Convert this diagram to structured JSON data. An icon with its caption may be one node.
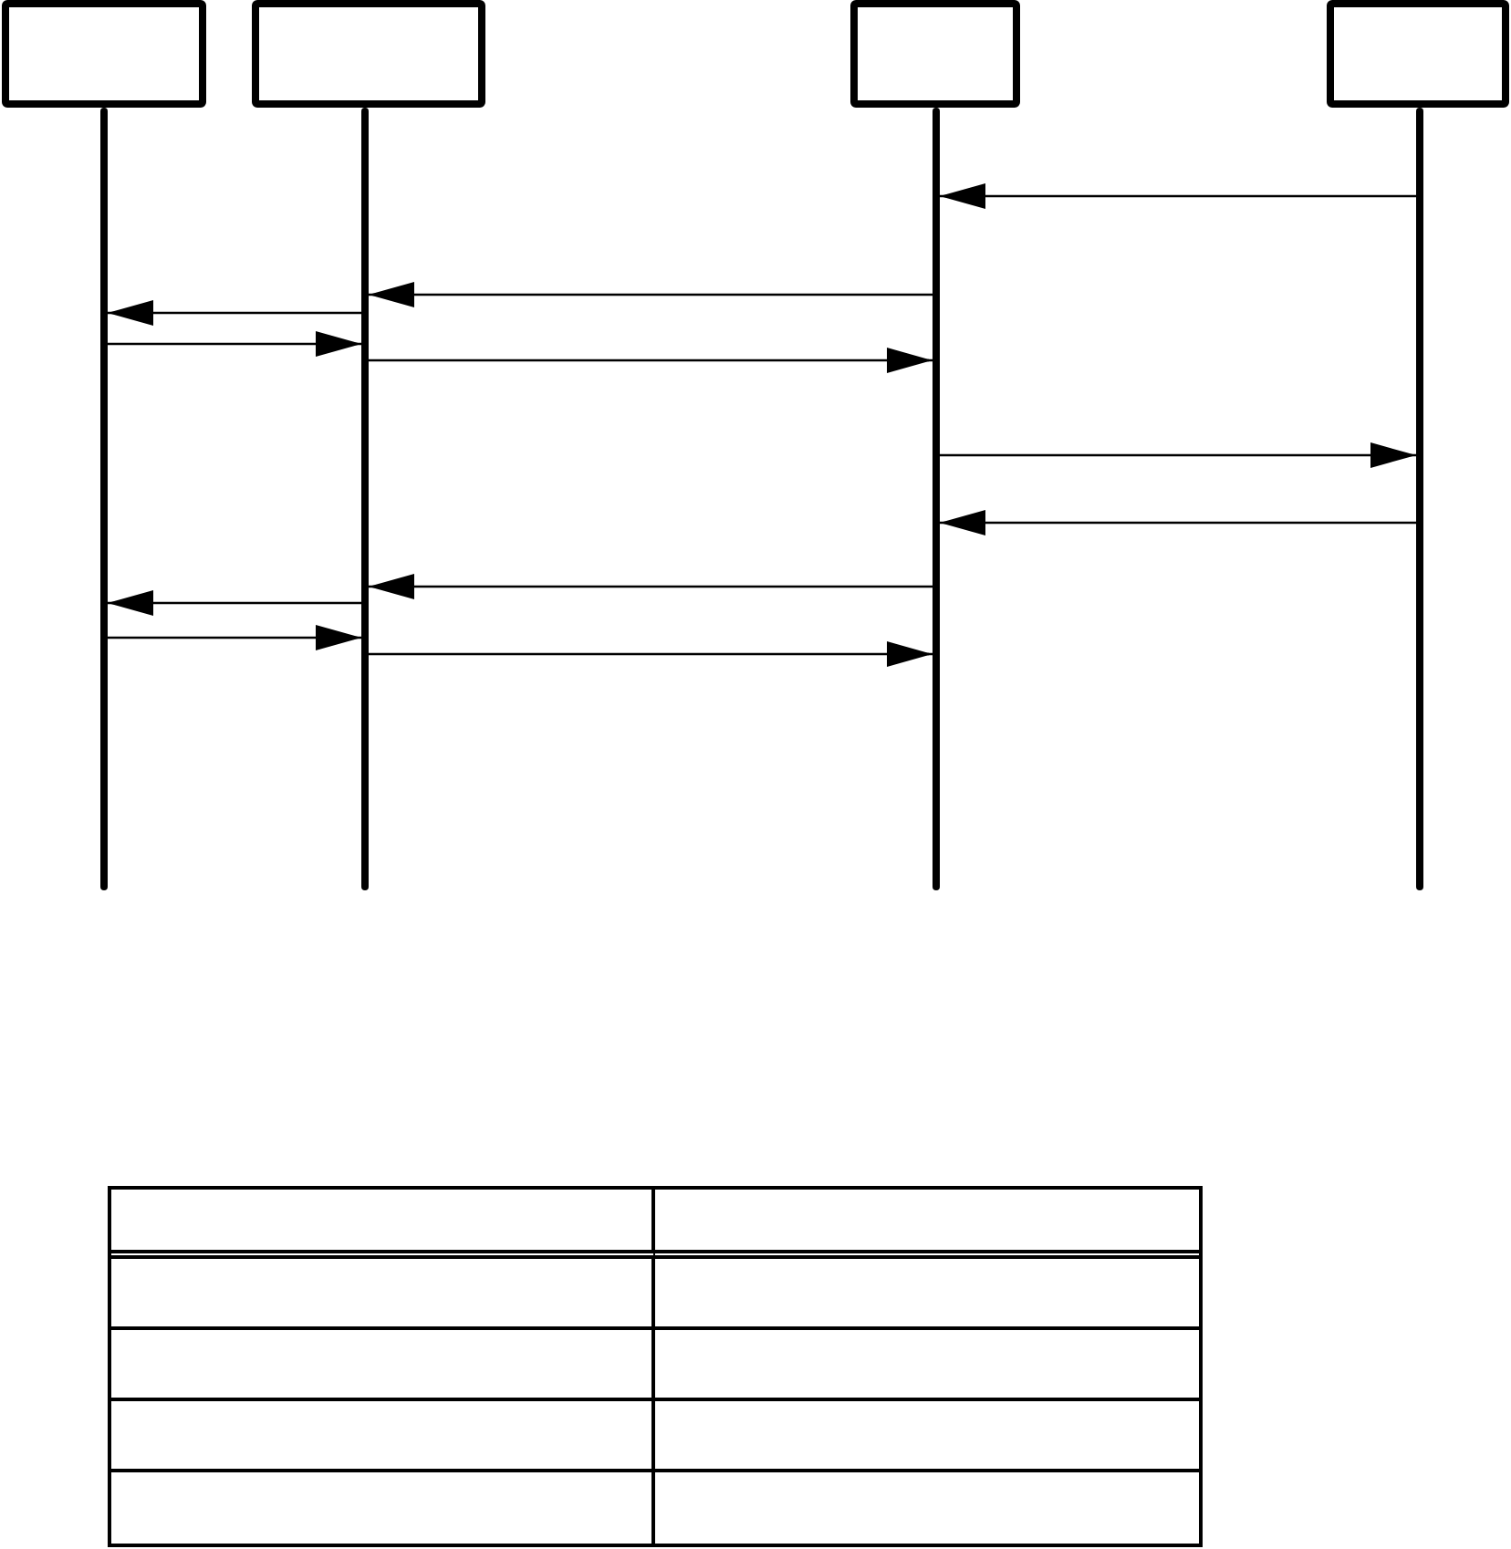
{
  "diagram": {
    "nodes": [
      {
        "text": [],
        "shape": "box"
      },
      {
        "text": [],
        "shape": "box"
      },
      {
        "text": [],
        "shape": "box"
      },
      {
        "text": [],
        "shape": "box"
      },
      {
        "text": [],
        "shape": "line"
      },
      {
        "text": [],
        "shape": "line"
      },
      {
        "text": [],
        "shape": "line"
      },
      {
        "text": [],
        "shape": "line"
      },
      {
        "text": [],
        "shape": "table"
      }
    ],
    "edges": [
      {
        "from": 7,
        "to": 6,
        "arrow": "to"
      },
      {
        "from": 6,
        "to": 5,
        "arrow": "to"
      },
      {
        "from": 5,
        "to": 4,
        "arrow": "to"
      },
      {
        "from": 4,
        "to": 5,
        "arrow": "to"
      },
      {
        "from": 5,
        "to": 6,
        "arrow": "to"
      },
      {
        "from": 6,
        "to": 7,
        "arrow": "to"
      },
      {
        "from": 7,
        "to": 6,
        "arrow": "to"
      },
      {
        "from": 6,
        "to": 5,
        "arrow": "to"
      },
      {
        "from": 5,
        "to": 4,
        "arrow": "to"
      },
      {
        "from": 4,
        "to": 5,
        "arrow": "to"
      },
      {
        "from": 5,
        "to": 6,
        "arrow": "to"
      }
    ]
  }
}
